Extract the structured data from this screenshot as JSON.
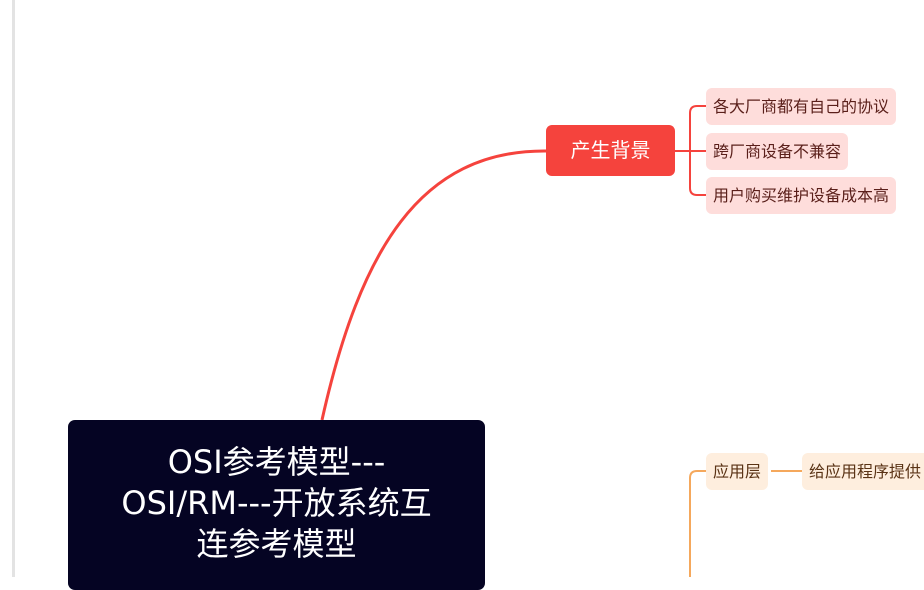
{
  "mindmap": {
    "root": {
      "line1": "OSI参考模型---",
      "line2": "OSI/RM---开放系统互",
      "line3": "连参考模型"
    },
    "background_topic": {
      "label": "产生背景",
      "children": [
        "各大厂商都有自己的协议",
        "跨厂商设备不兼容",
        "用户购买维护设备成本高"
      ]
    },
    "application_layer": {
      "label": "应用层",
      "child": "给应用程序提供"
    }
  },
  "colors": {
    "root_bg": "#050423",
    "branch_red": "#f5433d",
    "leaf_red_bg": "#fedddb",
    "branch_orange": "#f5a85c",
    "leaf_orange_bg": "#feeede"
  }
}
